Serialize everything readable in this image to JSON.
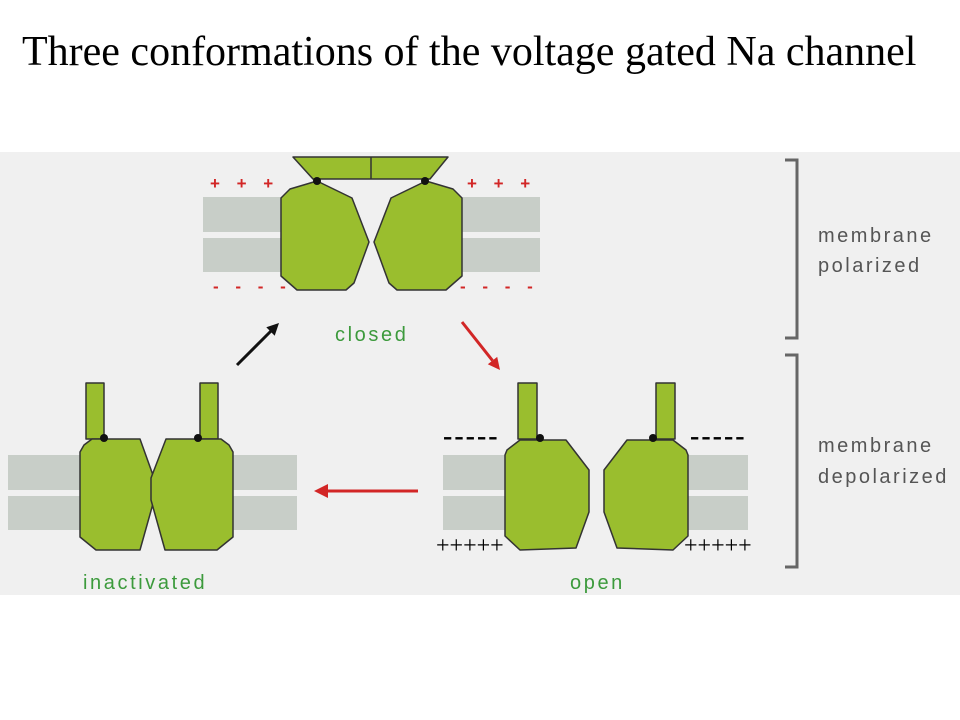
{
  "slide": {
    "title": "Three conformations of the voltage gated Na channel"
  },
  "diagram": {
    "closed": {
      "label": "closed",
      "charges_top": [
        "+ + +",
        "+ + +"
      ],
      "charges_bottom": [
        "- - - -",
        "- - - -"
      ]
    },
    "open": {
      "label": "open",
      "charges_top": [
        "-----",
        "-----"
      ],
      "charges_bottom": [
        "+++++",
        "+++++"
      ]
    },
    "inactivated": {
      "label": "inactivated"
    },
    "membrane_states": [
      {
        "line1": "membrane",
        "line2": "polarized"
      },
      {
        "line1": "membrane",
        "line2": "depolarized"
      }
    ]
  },
  "colors": {
    "green": "#9abe2e",
    "label_green": "#3c9a3c",
    "red": "#d22626",
    "membrane_gray": "#c8cec8",
    "panel_gray": "#f0f0f0",
    "label_gray": "#555555"
  }
}
